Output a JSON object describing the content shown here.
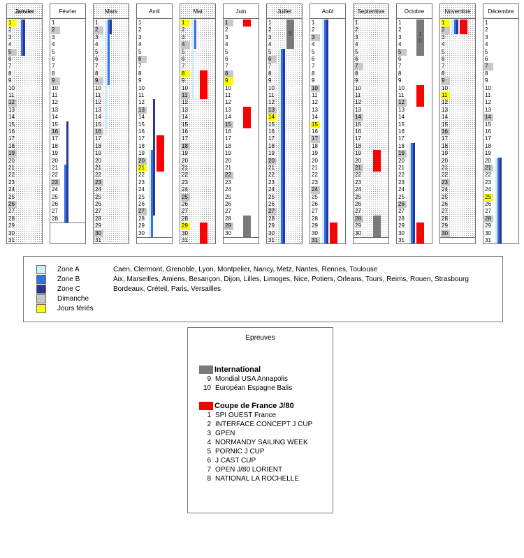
{
  "colors": {
    "zone_a": "#cfeefa",
    "zone_b": "#3370e8",
    "zone_c": "#283593",
    "sunday": "#c8c8c8",
    "holiday": "#ffff00",
    "international": "#7a7a7a",
    "coupe": "#ff0000"
  },
  "months": [
    {
      "name": "Janvier",
      "days": 31,
      "sundays": [
        5,
        12,
        19,
        26
      ],
      "holidays": [
        1
      ],
      "dotted": true
    },
    {
      "name": "Février",
      "days": 28,
      "sundays": [
        2,
        9,
        16,
        23
      ],
      "holidays": [],
      "dotted": false
    },
    {
      "name": "Mars",
      "days": 31,
      "sundays": [
        2,
        9,
        16,
        23,
        30
      ],
      "holidays": [],
      "dotted": true
    },
    {
      "name": "Avril",
      "days": 30,
      "sundays": [
        6,
        13,
        20,
        27
      ],
      "holidays": [
        21
      ],
      "dotted": false
    },
    {
      "name": "Mai",
      "days": 31,
      "sundays": [
        4,
        11,
        18,
        25
      ],
      "holidays": [
        1,
        8,
        29
      ],
      "dotted": true
    },
    {
      "name": "Juin",
      "days": 30,
      "sundays": [
        1,
        8,
        15,
        22,
        29
      ],
      "holidays": [
        9
      ],
      "dotted": false
    },
    {
      "name": "Juillet",
      "days": 31,
      "sundays": [
        6,
        13,
        20,
        27
      ],
      "holidays": [
        14
      ],
      "dotted": true
    },
    {
      "name": "Août",
      "days": 31,
      "sundays": [
        3,
        10,
        17,
        24,
        31
      ],
      "holidays": [
        15
      ],
      "dotted": false
    },
    {
      "name": "Septembre",
      "days": 30,
      "sundays": [
        7,
        14,
        21,
        28
      ],
      "holidays": [],
      "dotted": true
    },
    {
      "name": "Octobre",
      "days": 31,
      "sundays": [
        5,
        12,
        19,
        26
      ],
      "holidays": [],
      "dotted": false
    },
    {
      "name": "Novembre",
      "days": 30,
      "sundays": [
        2,
        9,
        16,
        23,
        30
      ],
      "holidays": [
        1,
        11
      ],
      "dotted": true
    },
    {
      "name": "Décembre",
      "days": 31,
      "sundays": [
        7,
        14,
        21,
        28
      ],
      "holidays": [
        25
      ],
      "dotted": false
    }
  ],
  "zone_bars": [
    {
      "month": 0,
      "zone": "b",
      "from": 1,
      "to": 5
    },
    {
      "month": 0,
      "zone": "c",
      "from": 1,
      "to": 5
    },
    {
      "month": 1,
      "zone": "b",
      "from": 21,
      "to": 28
    },
    {
      "month": 1,
      "zone": "c",
      "from": 15,
      "to": 28
    },
    {
      "month": 2,
      "zone": "a",
      "from": 1,
      "to": 16
    },
    {
      "month": 2,
      "zone": "b",
      "from": 1,
      "to": 9
    },
    {
      "month": 2,
      "zone": "c",
      "from": 1,
      "to": 2
    },
    {
      "month": 3,
      "zone": "a",
      "from": 19,
      "to": 30
    },
    {
      "month": 3,
      "zone": "b",
      "from": 19,
      "to": 30
    },
    {
      "month": 3,
      "zone": "c",
      "from": 12,
      "to": 27
    },
    {
      "month": 4,
      "zone": "a",
      "from": 1,
      "to": 11
    },
    {
      "month": 4,
      "zone": "b",
      "from": 1,
      "to": 4
    },
    {
      "month": 6,
      "zone": "a",
      "from": 5,
      "to": 31
    },
    {
      "month": 6,
      "zone": "b",
      "from": 5,
      "to": 31
    },
    {
      "month": 6,
      "zone": "c",
      "from": 5,
      "to": 31
    },
    {
      "month": 7,
      "zone": "a",
      "from": 1,
      "to": 31
    },
    {
      "month": 7,
      "zone": "b",
      "from": 1,
      "to": 31
    },
    {
      "month": 7,
      "zone": "c",
      "from": 1,
      "to": 31
    },
    {
      "month": 9,
      "zone": "a",
      "from": 18,
      "to": 31
    },
    {
      "month": 9,
      "zone": "b",
      "from": 18,
      "to": 31
    },
    {
      "month": 9,
      "zone": "c",
      "from": 18,
      "to": 31
    },
    {
      "month": 10,
      "zone": "a",
      "from": 1,
      "to": 2
    },
    {
      "month": 10,
      "zone": "b",
      "from": 1,
      "to": 2
    },
    {
      "month": 10,
      "zone": "c",
      "from": 1,
      "to": 2
    },
    {
      "month": 11,
      "zone": "a",
      "from": 20,
      "to": 31
    },
    {
      "month": 11,
      "zone": "b",
      "from": 20,
      "to": 31
    },
    {
      "month": 11,
      "zone": "c",
      "from": 20,
      "to": 31
    }
  ],
  "event_blocks": [
    {
      "month": 3,
      "type": "coupe",
      "from": 17,
      "to": 21,
      "label": "1"
    },
    {
      "month": 4,
      "type": "coupe",
      "from": 8,
      "to": 11,
      "label": "2"
    },
    {
      "month": 4,
      "type": "coupe",
      "from": 29,
      "to": 31,
      "label": "3"
    },
    {
      "month": 5,
      "type": "coupe",
      "from": 1,
      "to": 1,
      "label": ""
    },
    {
      "month": 5,
      "type": "coupe",
      "from": 13,
      "to": 15,
      "label": "4"
    },
    {
      "month": 5,
      "type": "international",
      "from": 28,
      "to": 30,
      "label": ""
    },
    {
      "month": 6,
      "type": "international",
      "from": 1,
      "to": 4,
      "label": "9"
    },
    {
      "month": 7,
      "type": "coupe",
      "from": 29,
      "to": 31,
      "label": "5"
    },
    {
      "month": 8,
      "type": "coupe",
      "from": 19,
      "to": 21,
      "label": "6"
    },
    {
      "month": 8,
      "type": "international",
      "from": 28,
      "to": 30,
      "label": ""
    },
    {
      "month": 9,
      "type": "international",
      "from": 1,
      "to": 5,
      "label": "1\n0"
    },
    {
      "month": 9,
      "type": "coupe",
      "from": 10,
      "to": 12,
      "label": "7"
    },
    {
      "month": 9,
      "type": "coupe",
      "from": 29,
      "to": 31,
      "label": "8"
    },
    {
      "month": 10,
      "type": "coupe",
      "from": 1,
      "to": 2,
      "label": "8"
    }
  ],
  "legend": {
    "zones": [
      {
        "label": "Zone A",
        "cities": "Caen, Clermont, Grenoble, Lyon, Montpelier, Nancy, Metz, Nantes, Rennes, Toulouse"
      },
      {
        "label": "Zone B",
        "cities": "Aix, Marseilles, Amiens, Besançon, Dijon, Lilles, Limoges, Nice, Potiers, Orleans, Tours, Reims, Rouen, Strasbourg"
      },
      {
        "label": "Zone C",
        "cities": "Bordeaux, Créteil, Paris, Versailles"
      },
      {
        "label": "Dimanche",
        "cities": ""
      },
      {
        "label": "Jours fériés",
        "cities": ""
      }
    ]
  },
  "epreuves": {
    "title": "Epreuves",
    "international": {
      "heading": "International",
      "items": [
        {
          "num": "9",
          "name": "Mondial USA Annapolis"
        },
        {
          "num": "10",
          "name": "Européan Espagne Balis"
        }
      ]
    },
    "coupe": {
      "heading": "Coupe de France J/80",
      "items": [
        {
          "num": "1",
          "name": "SPI OUEST France"
        },
        {
          "num": "2",
          "name": "INTERFACE CONCEPT J CUP"
        },
        {
          "num": "3",
          "name": "GPEN"
        },
        {
          "num": "4",
          "name": "NORMANDY SAILING WEEK"
        },
        {
          "num": "5",
          "name": "PORNIC J CUP"
        },
        {
          "num": "6",
          "name": "J CAST CUP"
        },
        {
          "num": "7",
          "name": "OPEN J/80 LORIENT"
        },
        {
          "num": "8",
          "name": "NATIONAL LA ROCHELLE"
        }
      ]
    }
  }
}
